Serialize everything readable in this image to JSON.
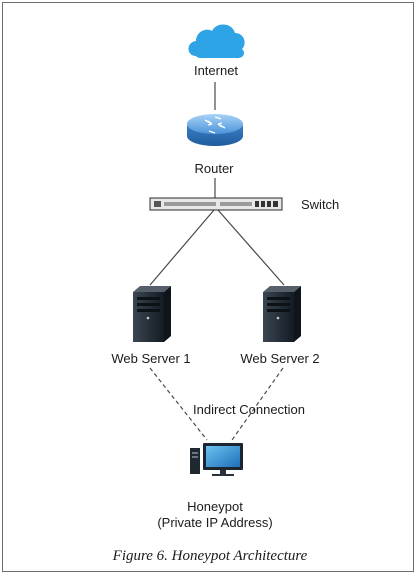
{
  "nodes": {
    "internet": {
      "label": "Internet",
      "icon": "cloud-icon"
    },
    "router": {
      "label": "Router",
      "icon": "router-icon"
    },
    "switch": {
      "label": "Switch",
      "icon": "network-switch-icon"
    },
    "web_server_1": {
      "label": "Web Server 1",
      "icon": "server-tower-icon"
    },
    "web_server_2": {
      "label": "Web Server 2",
      "icon": "server-tower-icon"
    },
    "honeypot": {
      "label_line1": "Honeypot",
      "label_line2": "(Private IP Address)",
      "icon": "desktop-computer-icon"
    }
  },
  "edges": {
    "indirect_label": "Indirect Connection"
  },
  "caption": "Figure 6. Honeypot Architecture",
  "colors": {
    "cloud": "#2ea3e6",
    "router": "#4a93d8",
    "server": "#1d2733",
    "monitor_screen": "#2f8fd6",
    "line": "#4a4a4a"
  }
}
